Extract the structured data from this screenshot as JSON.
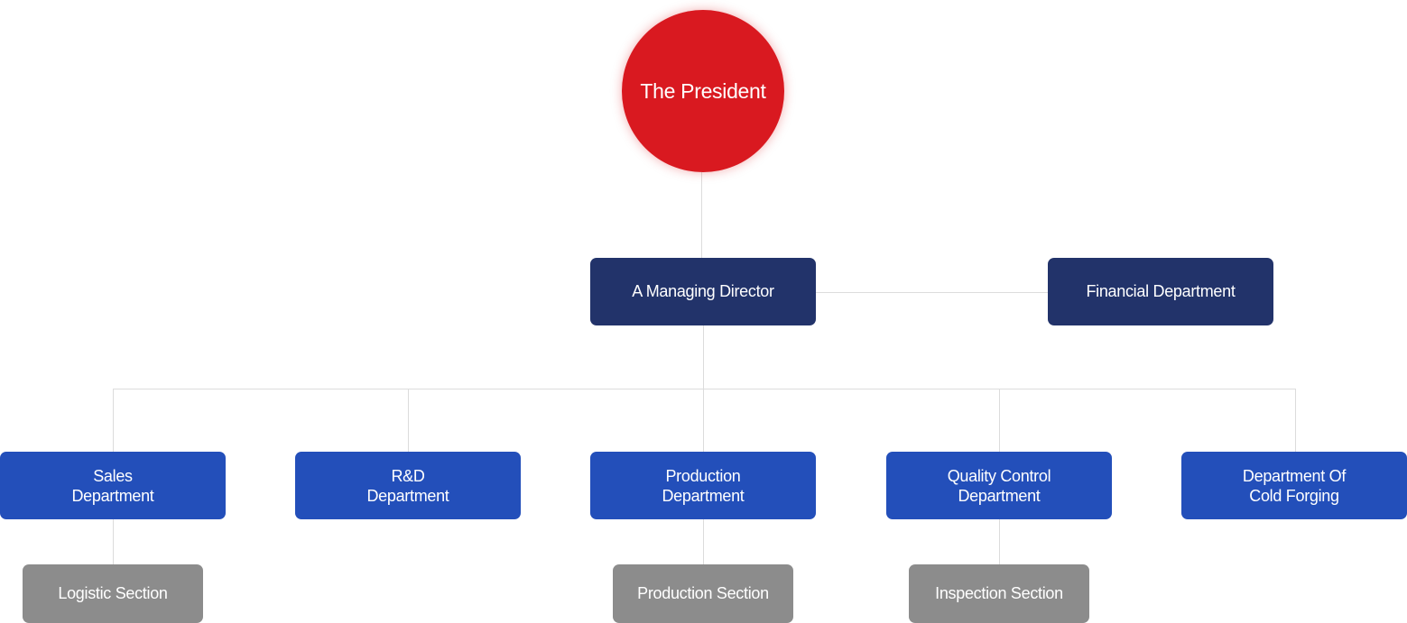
{
  "president": {
    "label": "The President",
    "color": "#d91920"
  },
  "managing_director": {
    "label": "A Managing Director",
    "color": "#22336a"
  },
  "financial": {
    "label": "Financial Department",
    "color": "#22336a"
  },
  "departments": [
    {
      "label": "Sales\nDepartment"
    },
    {
      "label": "R&D\nDepartment"
    },
    {
      "label": "Production\nDepartment"
    },
    {
      "label": "Quality Control\nDepartment"
    },
    {
      "label": "Department Of\nCold Forging"
    }
  ],
  "sections": [
    {
      "label": "Logistic Section",
      "parent": "Sales Department"
    },
    {
      "label": "Production Section",
      "parent": "Production Department"
    },
    {
      "label": "Inspection Section",
      "parent": "Quality Control Department"
    }
  ],
  "colors": {
    "department": "#234fba",
    "section": "#8c8c8c",
    "connector": "#dcdcdc"
  }
}
